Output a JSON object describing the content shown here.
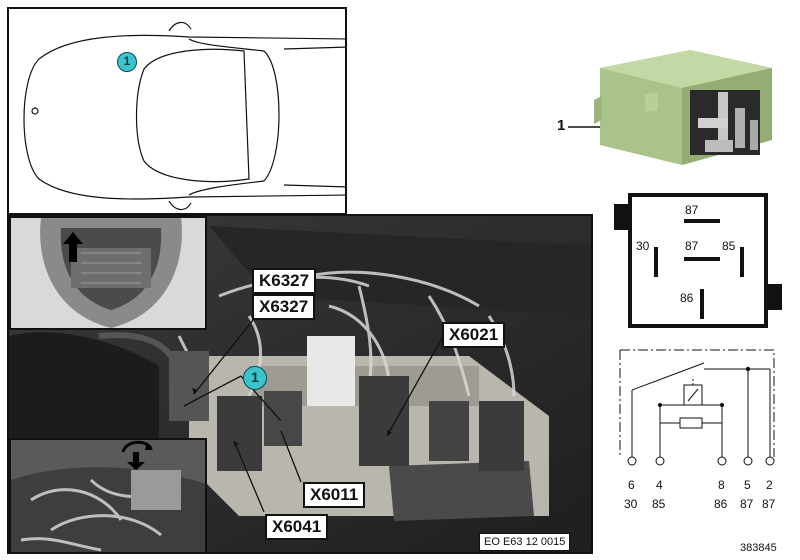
{
  "car_panel": {
    "badge": "1"
  },
  "photo_panel": {
    "labels": {
      "k6327": "K6327",
      "x6327": "X6327",
      "x6021": "X6021",
      "x6011": "X6011",
      "x6041": "X6041"
    },
    "badge": "1",
    "caption": "EO E63 12 0015"
  },
  "relay": {
    "callout": "1",
    "pins": {
      "p87_top": "87",
      "p30": "30",
      "p87_mid": "87",
      "p85": "85",
      "p86": "86"
    }
  },
  "schematic": {
    "pin_numbers": [
      "6",
      "4",
      "8",
      "5",
      "2"
    ],
    "terminal_numbers": [
      "30",
      "85",
      "86",
      "87",
      "87"
    ]
  },
  "image_number": "383845"
}
